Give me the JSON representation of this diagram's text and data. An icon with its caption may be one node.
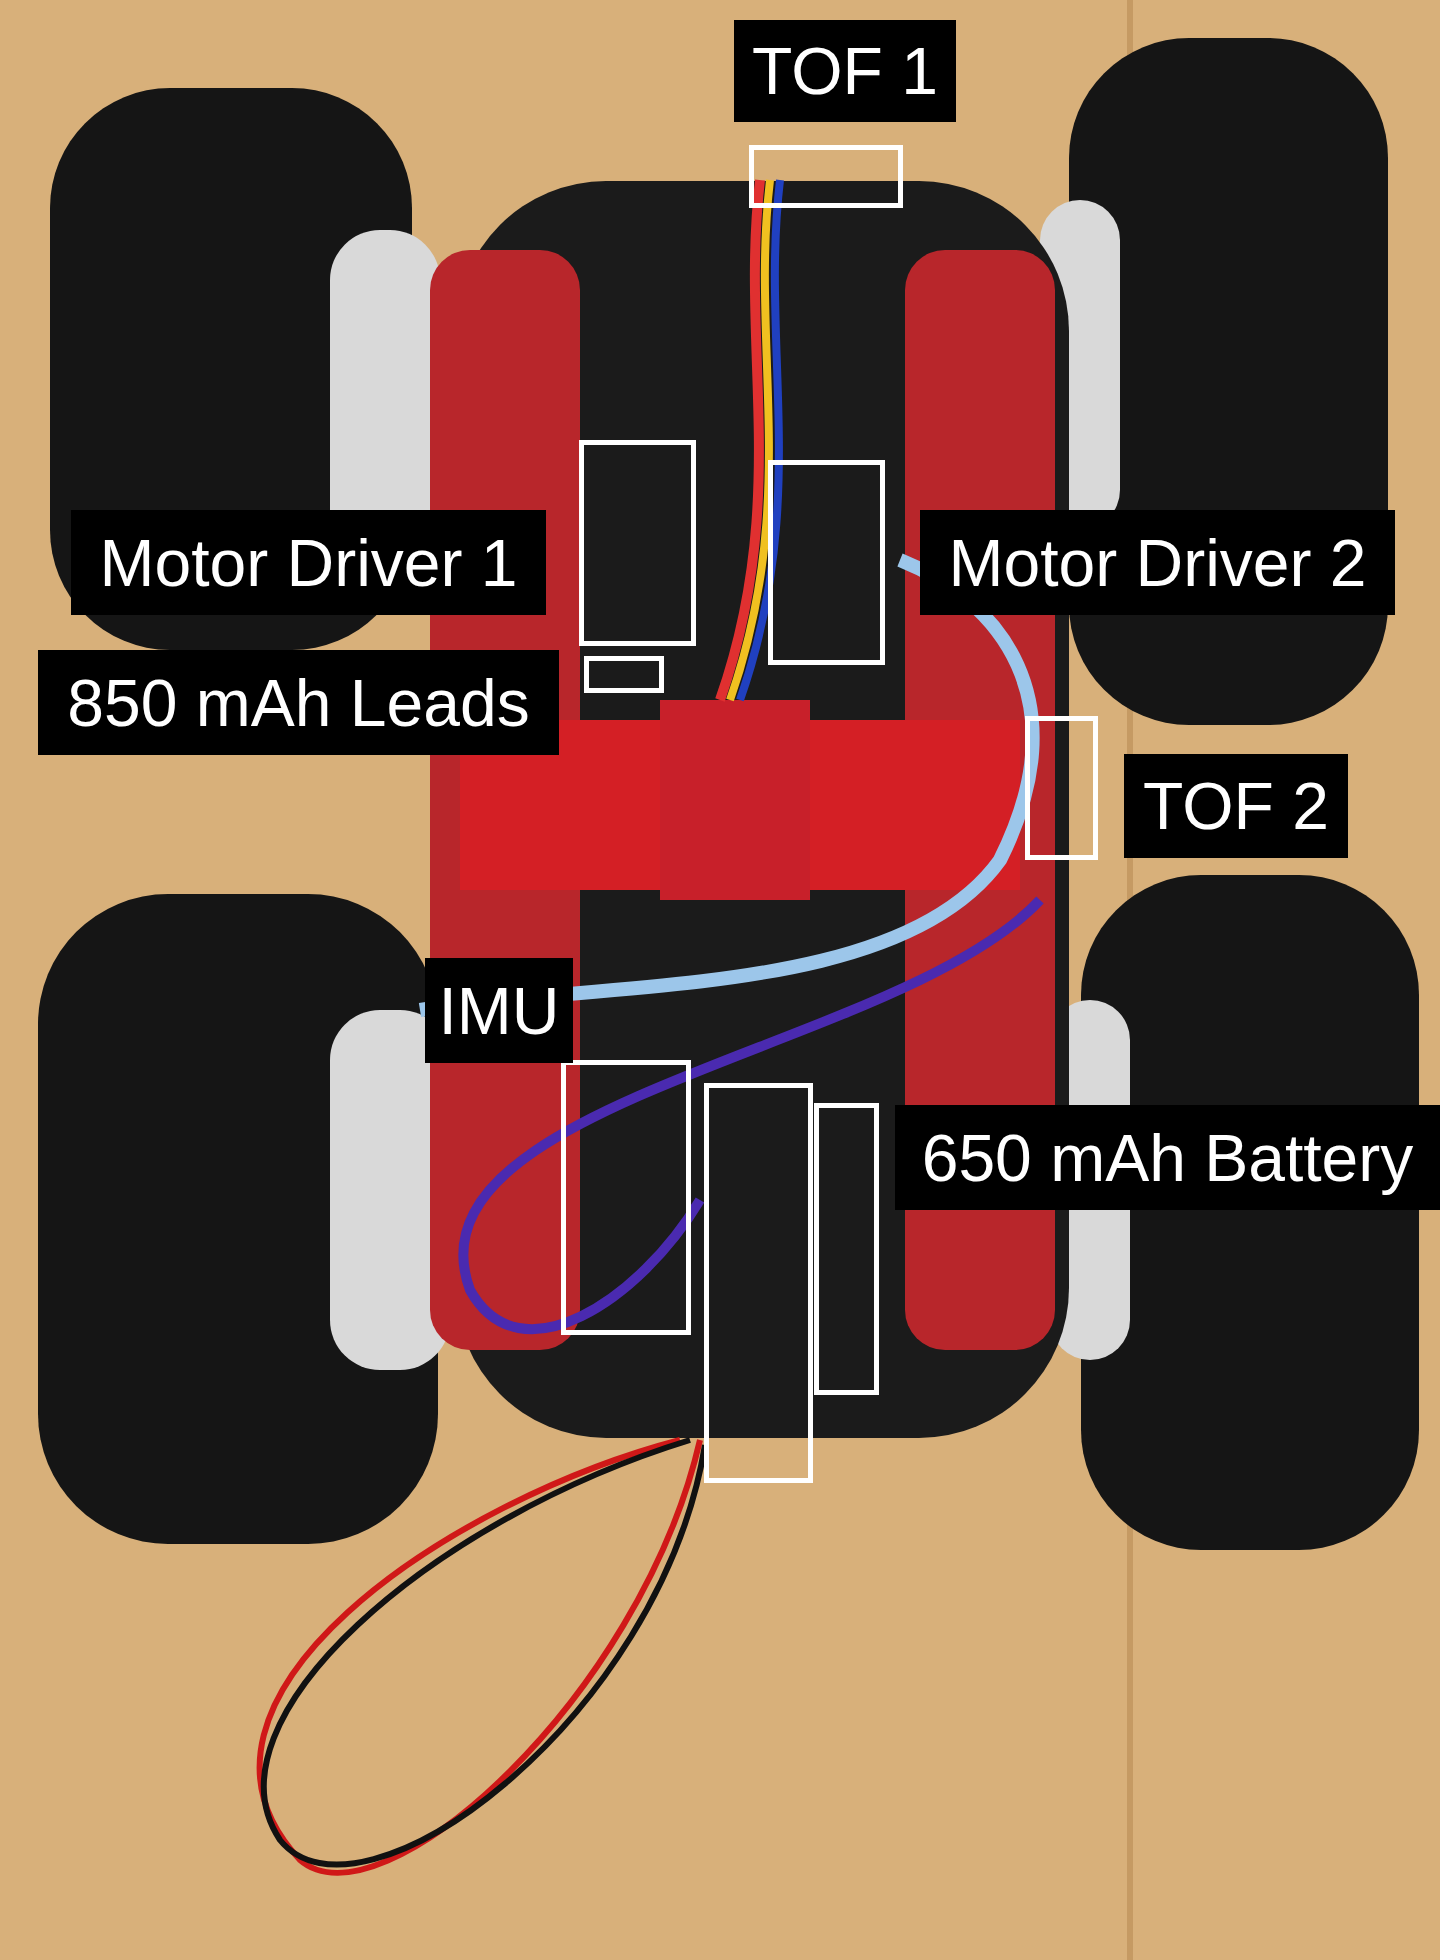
{
  "diagram": {
    "nodes": [
      {
        "text": [],
        "shape": "box",
        "beside": [
          "TOF 1"
        ]
      },
      {
        "text": [],
        "shape": "box",
        "beside": [
          "Motor Driver 1"
        ]
      },
      {
        "text": [],
        "shape": "box",
        "beside": [
          "Motor Driver 2"
        ]
      },
      {
        "text": [],
        "shape": "box",
        "beside": [
          "850 mAh Leads"
        ]
      },
      {
        "text": [],
        "shape": "box",
        "beside": [
          "TOF 2"
        ]
      },
      {
        "text": [],
        "shape": "box",
        "beside": [
          "IMU"
        ]
      },
      {
        "text": [],
        "shape": "box"
      },
      {
        "text": [],
        "shape": "box",
        "beside": [
          "650 mAh Battery"
        ]
      }
    ]
  }
}
